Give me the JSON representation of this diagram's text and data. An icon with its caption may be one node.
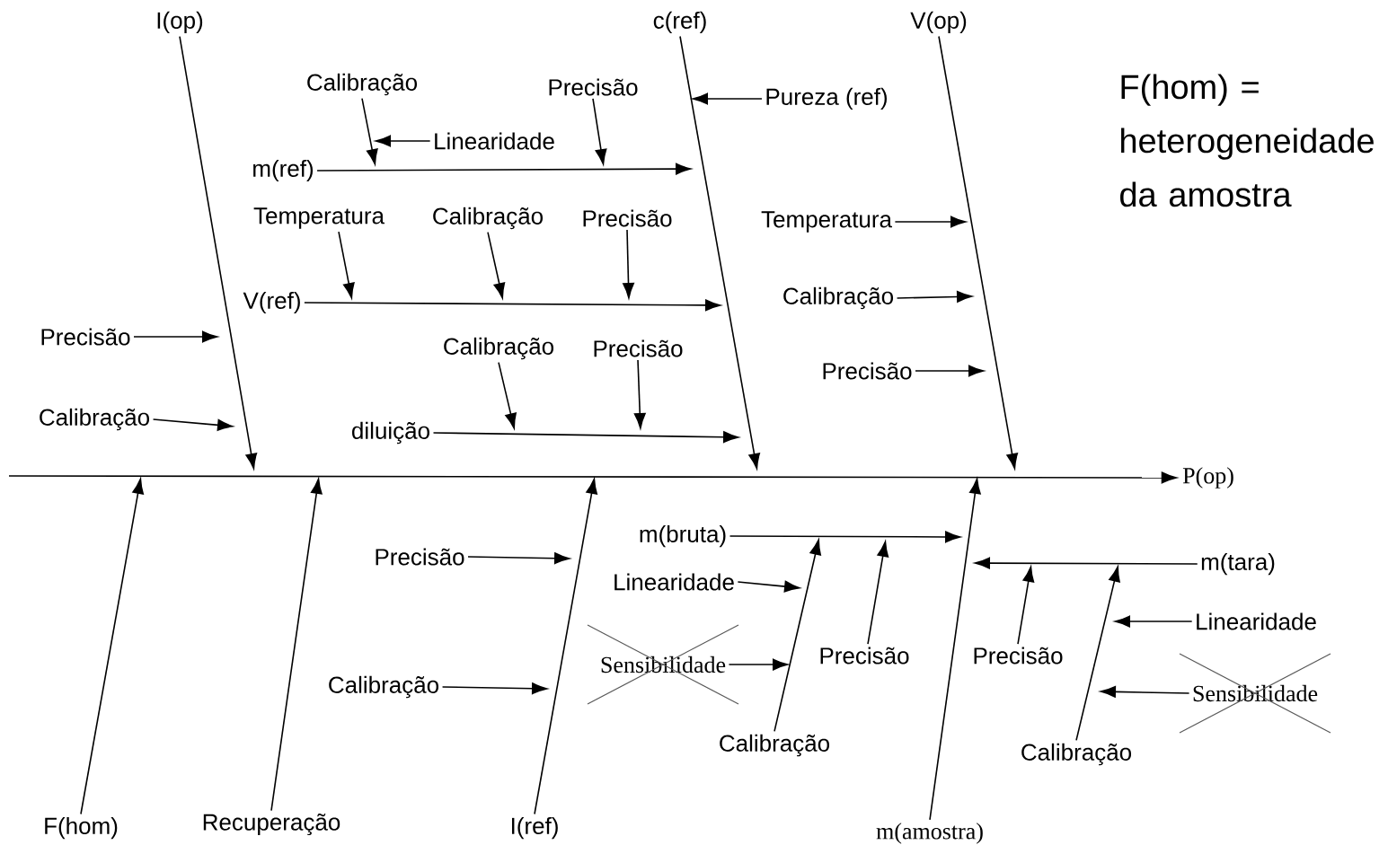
{
  "diagram": {
    "nodes": [
      {
        "text": [
          "I(op)"
        ]
      },
      {
        "text": [
          "c(ref)"
        ]
      },
      {
        "text": [
          "V(op)"
        ]
      },
      {
        "text": [
          "Calibração"
        ]
      },
      {
        "text": [
          "Precisão"
        ]
      },
      {
        "text": [
          "Pureza (ref)"
        ]
      },
      {
        "text": [
          "Linearidade"
        ]
      },
      {
        "text": [
          "m(ref)"
        ]
      },
      {
        "text": [
          "Temperatura"
        ]
      },
      {
        "text": [
          "Calibração"
        ]
      },
      {
        "text": [
          "Precisão"
        ]
      },
      {
        "text": [
          "Temperatura"
        ]
      },
      {
        "text": [
          "V(ref)"
        ]
      },
      {
        "text": [
          "Calibração"
        ]
      },
      {
        "text": [
          "Precisão"
        ]
      },
      {
        "text": [
          "Calibração"
        ]
      },
      {
        "text": [
          "Precisão"
        ]
      },
      {
        "text": [
          "Precisão"
        ]
      },
      {
        "text": [
          "Calibração"
        ]
      },
      {
        "text": [
          "diluição"
        ]
      },
      {
        "text": [
          "P(op)"
        ]
      },
      {
        "text": [
          "F(hom)"
        ]
      },
      {
        "text": [
          "Recuperação"
        ]
      },
      {
        "text": [
          "I(ref)"
        ]
      },
      {
        "text": [
          "m(amostra)"
        ]
      },
      {
        "text": [
          "Precisão"
        ]
      },
      {
        "text": [
          "m(bruta)"
        ]
      },
      {
        "text": [
          "m(tara)"
        ]
      },
      {
        "text": [
          "Linearidade"
        ]
      },
      {
        "text": [
          "Sensibilidade"
        ]
      },
      {
        "text": [
          "Precisão"
        ]
      },
      {
        "text": [
          "Precisão"
        ]
      },
      {
        "text": [
          "Linearidade"
        ]
      },
      {
        "text": [
          "Calibração"
        ]
      },
      {
        "text": [
          "Sensibilidade"
        ]
      },
      {
        "text": [
          "Calibração"
        ]
      },
      {
        "text": [
          "Calibração"
        ]
      }
    ],
    "edges": [
      {
        "from": 0,
        "to": null,
        "arrow": "to"
      },
      {
        "from": 1,
        "to": null,
        "arrow": "to"
      },
      {
        "from": 2,
        "to": null,
        "arrow": "to"
      },
      {
        "from": 3,
        "to": null,
        "arrow": "to"
      },
      {
        "from": 4,
        "to": null,
        "arrow": "to"
      },
      {
        "from": 5,
        "to": null,
        "arrow": "to"
      },
      {
        "from": 6,
        "to": null,
        "arrow": "to"
      },
      {
        "from": 7,
        "to": null,
        "arrow": "to"
      },
      {
        "from": 8,
        "to": null,
        "arrow": "to"
      },
      {
        "from": 9,
        "to": null,
        "arrow": "to"
      },
      {
        "from": 10,
        "to": null,
        "arrow": "to"
      },
      {
        "from": 11,
        "to": null,
        "arrow": "to"
      },
      {
        "from": 12,
        "to": null,
        "arrow": "to"
      },
      {
        "from": 13,
        "to": null,
        "arrow": "to"
      },
      {
        "from": 14,
        "to": null,
        "arrow": "to"
      },
      {
        "from": 15,
        "to": null,
        "arrow": "to"
      },
      {
        "from": 16,
        "to": null,
        "arrow": "to"
      },
      {
        "from": 17,
        "to": null,
        "arrow": "to"
      },
      {
        "from": 18,
        "to": null,
        "arrow": "to"
      },
      {
        "from": 19,
        "to": null,
        "arrow": "to"
      },
      {
        "from": null,
        "to": 20,
        "arrow": "to"
      },
      {
        "from": 21,
        "to": null,
        "arrow": "to"
      },
      {
        "from": 22,
        "to": null,
        "arrow": "to"
      },
      {
        "from": 23,
        "to": null,
        "arrow": "to"
      },
      {
        "from": 24,
        "to": null,
        "arrow": "to"
      },
      {
        "from": 25,
        "to": null,
        "arrow": "to"
      },
      {
        "from": 26,
        "to": null,
        "arrow": "to"
      },
      {
        "from": 27,
        "to": null,
        "arrow": "to"
      },
      {
        "from": 28,
        "to": null,
        "arrow": "to"
      },
      {
        "from": 29,
        "to": null,
        "arrow": "to"
      },
      {
        "from": 30,
        "to": null,
        "arrow": "to"
      },
      {
        "from": 31,
        "to": null,
        "arrow": "to"
      },
      {
        "from": 32,
        "to": null,
        "arrow": "to"
      },
      {
        "from": 33,
        "to": null,
        "arrow": "to"
      },
      {
        "from": 34,
        "to": null,
        "arrow": "to"
      },
      {
        "from": 35,
        "to": null,
        "arrow": "to"
      },
      {
        "from": 36,
        "to": null,
        "arrow": "to"
      }
    ],
    "labels": [
      "F(hom) = heterogeneidade da amostra"
    ]
  }
}
